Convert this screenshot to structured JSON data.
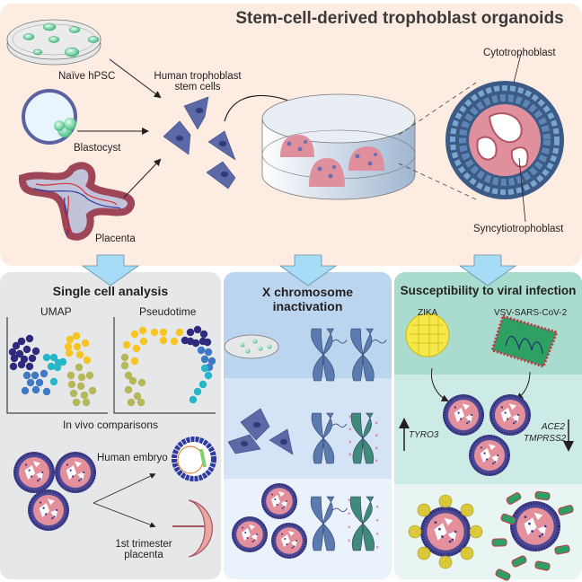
{
  "title": "Stem-cell-derived trophoblast organoids",
  "top": {
    "sources": [
      {
        "label": "Naïve hPSC",
        "icon": "petri-dish"
      },
      {
        "label": "Blastocyst",
        "icon": "blastocyst"
      },
      {
        "label": "Placenta",
        "icon": "placenta-villi"
      }
    ],
    "stem_cells_label_line1": "Human trophoblast",
    "stem_cells_label_line2": "stem cells",
    "organoid_labels": {
      "outer": "Cytotrophoblast",
      "inner": "Syncytiotrophoblast"
    }
  },
  "panels": [
    {
      "title": "Single cell analysis",
      "plots": [
        "UMAP",
        "Pseudotime"
      ],
      "comparison_title": "In vivo comparisons",
      "comparisons": [
        "Human embryo",
        "1st trimester",
        "placenta"
      ]
    },
    {
      "title_line1": "X chromosome",
      "title_line2": "inactivation"
    },
    {
      "title": "Susceptibility to viral infection",
      "viruses": [
        "ZIKA",
        "VSV-SARS-CoV-2"
      ],
      "upregulated": "TYRO3",
      "downregulated": [
        "ACE2",
        "TMPRSS2"
      ]
    }
  ],
  "colors": {
    "top_bg": "#fdece2",
    "single_cell_bg": "#e6e7e8",
    "xci_bg": "#b9d3ee",
    "viral_bg": "#a9dccf",
    "arrow_fill": "#a6dcf5",
    "cell_blue": "#5b6aa6",
    "organoid_pink": "#e3909c",
    "organoid_ring": "#4b4996",
    "active_x": "#5b7bb0",
    "inactive_x": "#3f8a78",
    "umap_clusters": [
      "#2e2a7d",
      "#3f78c4",
      "#26b6c9",
      "#f6c523",
      "#b4b75a"
    ]
  }
}
